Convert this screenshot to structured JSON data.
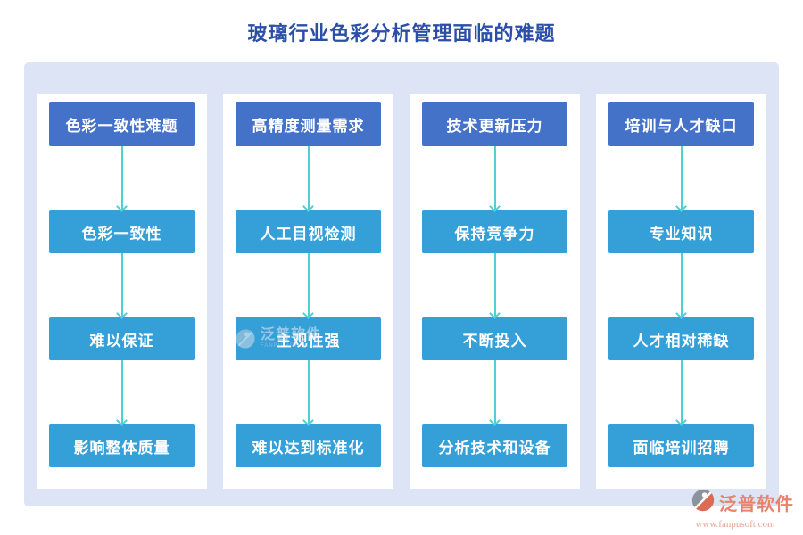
{
  "title": "玻璃行业色彩分析管理面临的难题",
  "colors": {
    "page_bg": "#ffffff",
    "panel_bg": "#dce4f5",
    "card_bg": "#ffffff",
    "header_box_bg": "#4472c8",
    "item_box_bg": "#35a0d8",
    "arrow": "#4fd0d6",
    "title_text": "#2b4fa7",
    "box_text": "#ffffff",
    "logo_text": "#e8826e",
    "logo_url_text": "#e9a393",
    "logo_icon_gray": "#8d939c",
    "logo_icon_red": "#dd6a52"
  },
  "columns": [
    {
      "header": "色彩一致性难题",
      "items": [
        "色彩一致性",
        "难以保证",
        "影响整体质量"
      ]
    },
    {
      "header": "高精度测量需求",
      "items": [
        "人工目视检测",
        "主观性强",
        "难以达到标准化"
      ]
    },
    {
      "header": "技术更新压力",
      "items": [
        "保持竞争力",
        "不断投入",
        "分析技术和设备"
      ]
    },
    {
      "header": "培训与人才缺口",
      "items": [
        "专业知识",
        "人才相对稀缺",
        "面临培训招聘"
      ]
    }
  ],
  "watermark": {
    "brand": "泛普软件",
    "subtext": "FANPU SOFTWARE"
  },
  "footer_logo": {
    "brand": "泛普软件",
    "url": "www.fanpusoft.com"
  }
}
